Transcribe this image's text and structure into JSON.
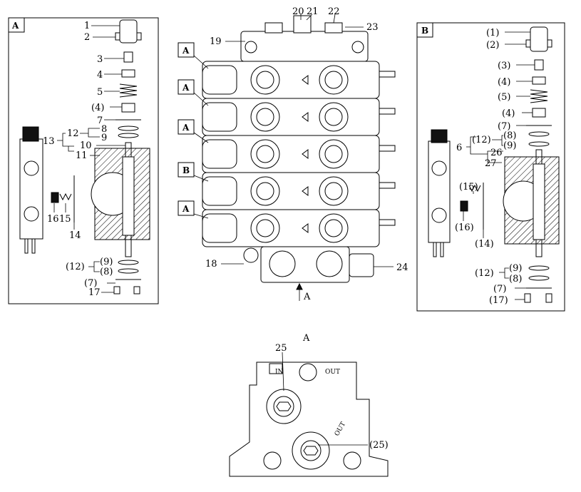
{
  "panels": {
    "left": {
      "tag": "A"
    },
    "right": {
      "tag": "B"
    },
    "bottom": {
      "title": "A",
      "arrow_label": "A",
      "port_in": "IN",
      "port_out": "OUT",
      "port_out2": "OUT"
    }
  },
  "left_callouts": [
    "1",
    "2",
    "3",
    "4",
    "5",
    "(4)",
    "7",
    "8",
    "9",
    "12",
    "13",
    "10",
    "11",
    "16",
    "15",
    "14",
    "(12)",
    "(9)",
    "(8)",
    "(7)",
    "17"
  ],
  "right_callouts": [
    "(1)",
    "(2)",
    "(3)",
    "(4)",
    "(5)",
    "(4)",
    "(7)",
    "(8)",
    "(12)",
    "(9)",
    "6",
    "26",
    "27",
    "(15)",
    "(16)",
    "(14)",
    "(12)",
    "(9)",
    "(8)",
    "(7)",
    "(17)"
  ],
  "center_callouts": [
    "20",
    "21",
    "22",
    "23",
    "19",
    "18",
    "24"
  ],
  "section_tags": [
    "A",
    "A",
    "A",
    "B",
    "A"
  ],
  "bottom_callouts": [
    "25",
    "(25)"
  ]
}
